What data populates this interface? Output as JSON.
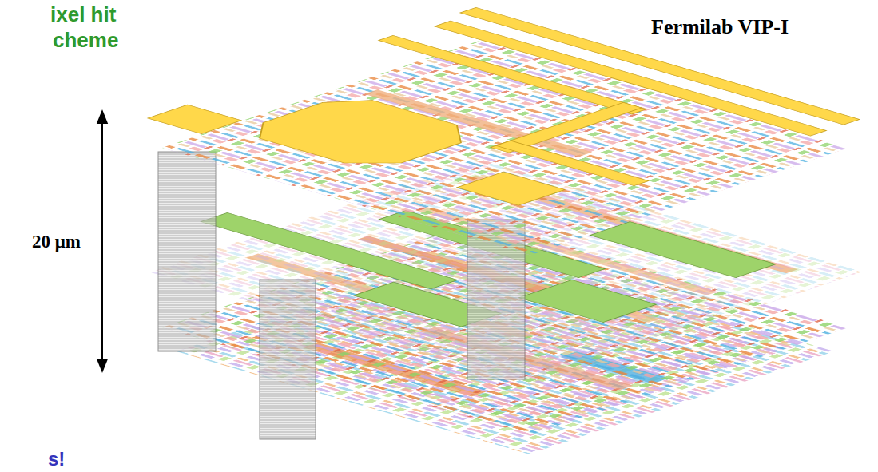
{
  "diagram": {
    "labels": [
      "ixel hit",
      "cheme",
      "Fermilab VIP-I",
      "20 μm",
      "s!"
    ]
  }
}
